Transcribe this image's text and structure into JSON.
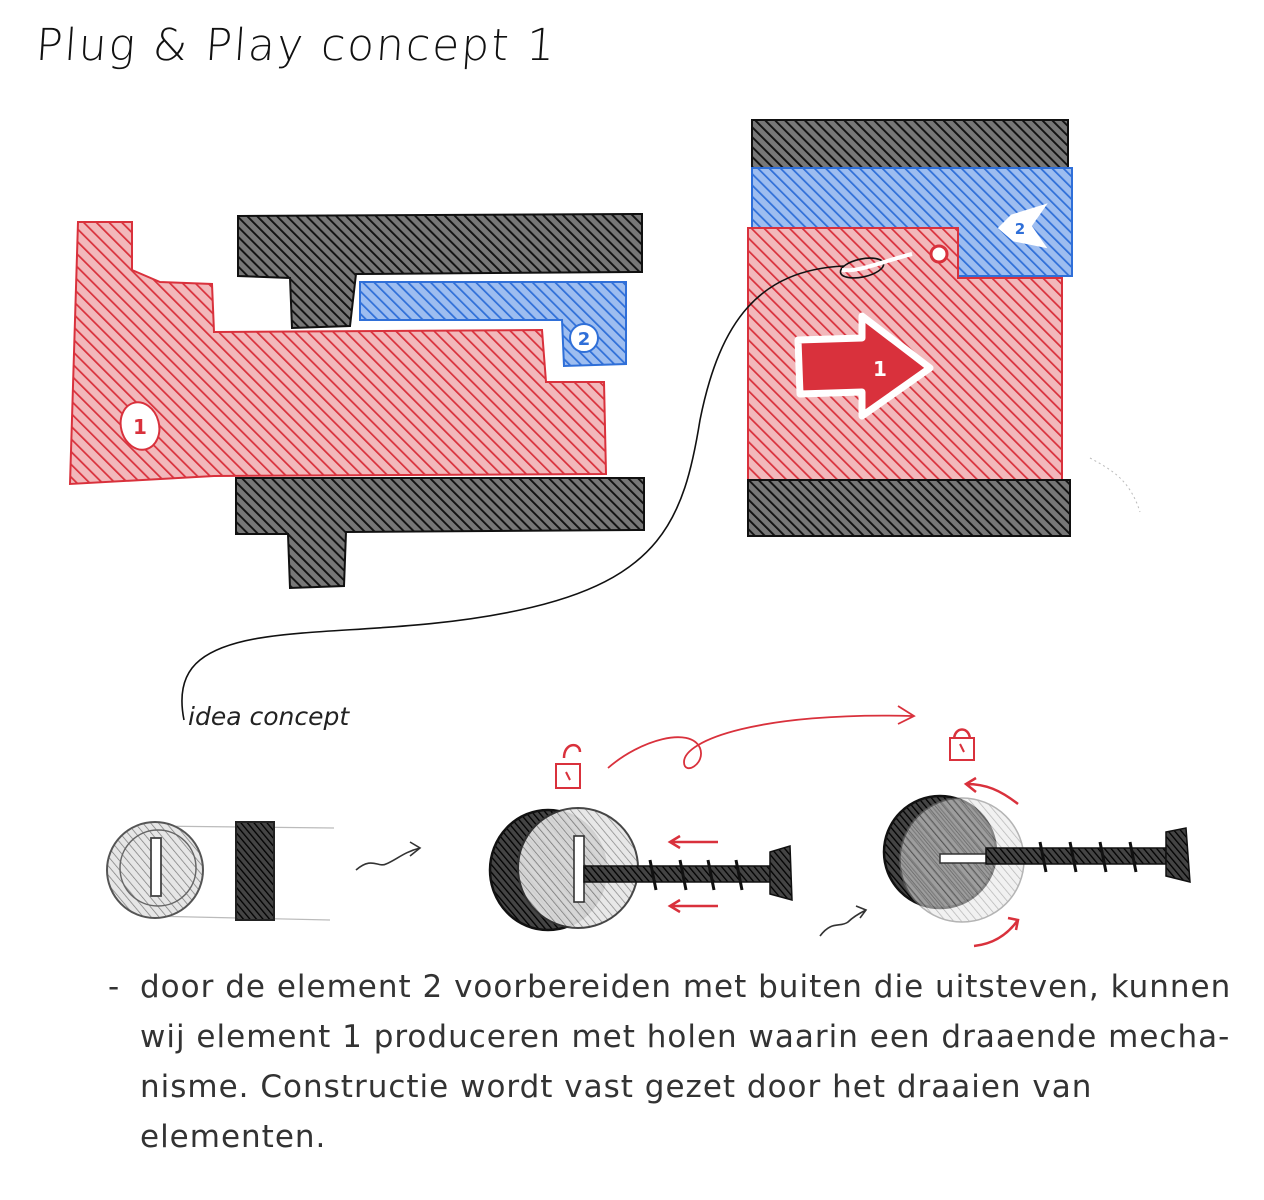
{
  "title": "Plug & Play  concept 1",
  "idea_label": "idea concept",
  "markers": {
    "element_1": "1",
    "element_2": "2"
  },
  "notes": [
    "door de element 2 voorbereiden met buiten die uitsteven, kunnen",
    "wij element 1 produceren met holen waarin een draaende mecha-",
    "nisme. Constructie wordt vast gezet door het draaien van",
    "elementen."
  ],
  "colors": {
    "red": "#d9313c",
    "blue": "#2f6fd8",
    "black": "#111111",
    "pencil": "#444444"
  },
  "icons": [
    "lock-open-icon",
    "lock-closed-icon",
    "arrow-right-icon",
    "screw-icon"
  ]
}
